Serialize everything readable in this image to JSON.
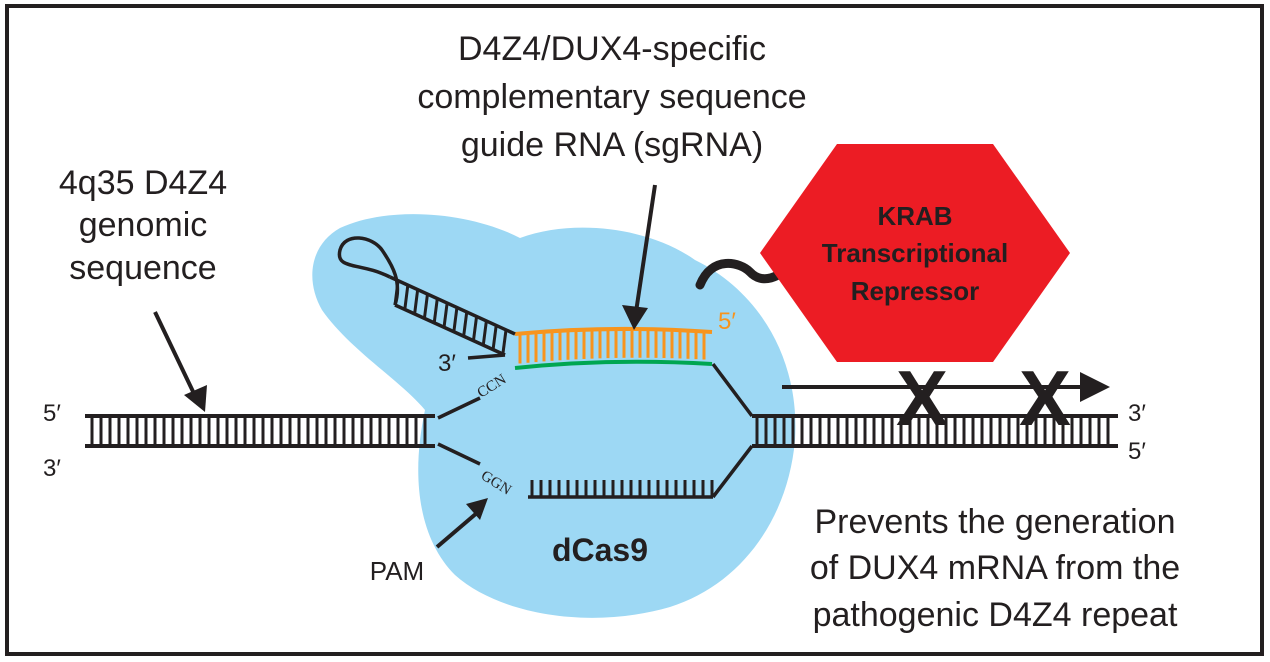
{
  "labels": {
    "genomic": [
      "4q35 D4Z4",
      "genomic",
      "sequence"
    ],
    "sgrna": [
      "D4Z4/DUX4-specific",
      "complementary sequence",
      "guide RNA (sgRNA)"
    ],
    "krab": [
      "KRAB",
      "Transcriptional",
      "Repressor"
    ],
    "dcas9": "dCas9",
    "pam": "PAM",
    "pam_top": "CCN",
    "pam_bottom": "GGN",
    "prevents": [
      "Prevents the generation",
      "of DUX4 mRNA from the",
      "pathogenic D4Z4 repeat"
    ],
    "ends": {
      "left_top": "5′",
      "left_bottom": "3′",
      "right_top": "3′",
      "right_bottom": "5′",
      "sgrna_3": "3′",
      "sgrna_5": "5′"
    },
    "blocked_mark": "X"
  },
  "colors": {
    "dcas9": "#9dd8f4",
    "krab": "#ec1c24",
    "krab_text": "#231f20",
    "sgrna": "#f7941d",
    "target_strand": "#00a651",
    "ink": "#231f20"
  }
}
